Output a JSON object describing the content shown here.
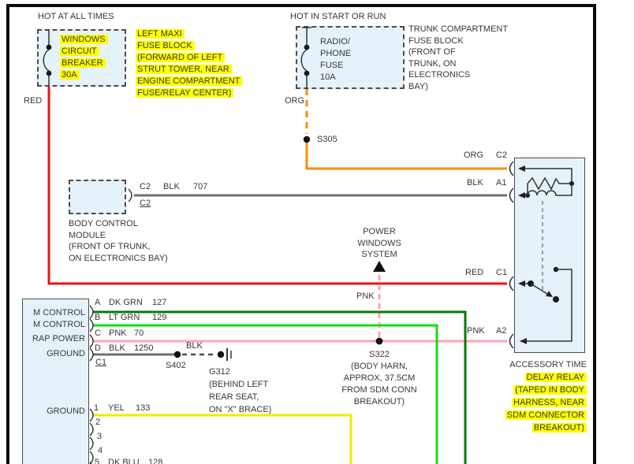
{
  "colors": {
    "red_wire": "#ee1111",
    "orange_wire": "#ff8a00",
    "pink_wire": "#ffa3b5",
    "dark_green_wire": "#0a7a0a",
    "light_green_wire": "#16dd16",
    "yellow_wire": "#f0ec00",
    "black_wire": "#6f6f6f",
    "highlight": "#ffff00",
    "component_fill": "#e6f2fa"
  },
  "top_left": {
    "rail_label": "HOT AT ALL TIMES",
    "component_lines": [
      "WINDOWS",
      "CIRCUIT",
      "BREAKER",
      "30A"
    ],
    "location_lines": [
      "LEFT MAXI",
      "FUSE BLOCK",
      "(FORWARD OF LEFT",
      "STRUT TOWER, NEAR",
      "ENGINE COMPARTMENT",
      "FUSE/RELAY CENTER)"
    ],
    "wire_label": "RED"
  },
  "top_mid": {
    "rail_label": "HOT IN START OR RUN",
    "component_lines": [
      "RADIO/",
      "PHONE",
      "FUSE",
      "10A"
    ],
    "location_lines": [
      "TRUNK COMPARTMENT",
      "FUSE BLOCK",
      "(FRONT OF",
      "TRUNK, ON",
      "ELECTRONICS",
      "BAY)"
    ],
    "wire_label": "ORG",
    "splice_label": "S305"
  },
  "bcm": {
    "pin_label": "C2",
    "wire_label": "BLK",
    "circuit_number": "707",
    "connector_label": "C2",
    "name_lines": [
      "BODY CONTROL",
      "MODULE",
      "(FRONT OF TRUNK,",
      "ON ELECTRONICS BAY)"
    ]
  },
  "relay": {
    "pin_c2": {
      "wire": "ORG",
      "pin": "C2"
    },
    "pin_a1": {
      "wire": "BLK",
      "pin": "A1"
    },
    "pin_c1": {
      "wire": "RED",
      "pin": "C1"
    },
    "pin_a2": {
      "wire": "PNK",
      "pin": "A2"
    },
    "label_lines": [
      "ACCESSORY TIME",
      "DELAY RELAY",
      "(TAPED IN BODY",
      "HARNESS, NEAR",
      "SDM CONNECTOR",
      "BREAKOUT)"
    ]
  },
  "power_windows": {
    "lines": [
      "POWER",
      "WINDOWS",
      "SYSTEM"
    ],
    "wire_label": "PNK",
    "splice_lines": [
      "S322",
      "(BODY HARN,",
      "APPROX, 37.5CM",
      "FROM SDM CONN",
      "BREAKOUT)"
    ]
  },
  "left_connector": {
    "row_labels": [
      "M CONTROL",
      "M CONTROL",
      "RAP POWER",
      "GROUND"
    ],
    "ground_label_2": "GROUND",
    "connector_label": "C1",
    "pin_a": {
      "pin": "A",
      "wire": "DK GRN",
      "circuit": "127"
    },
    "pin_b": {
      "pin": "B",
      "wire": "LT GRN",
      "circuit": "129"
    },
    "pin_c": {
      "pin": "C",
      "wire": "PNK",
      "circuit": "70"
    },
    "pin_d": {
      "pin": "D",
      "wire": "BLK",
      "circuit": "1250"
    },
    "pin_1": {
      "pin": "1",
      "wire": "YEL",
      "circuit": "133"
    },
    "pin_2": {
      "pin": "2"
    },
    "pin_3": {
      "pin": "3"
    },
    "pin_4": {
      "pin": "4"
    },
    "pin_5": {
      "pin": "5",
      "wire": "DK BLU",
      "circuit": "128"
    }
  },
  "ground_path": {
    "splice_label": "S402",
    "wire_label": "BLK",
    "ground_lines": [
      "G312",
      "(BEHIND LEFT",
      "REAR SEAT,",
      "ON \"X\" BRACE)"
    ]
  }
}
